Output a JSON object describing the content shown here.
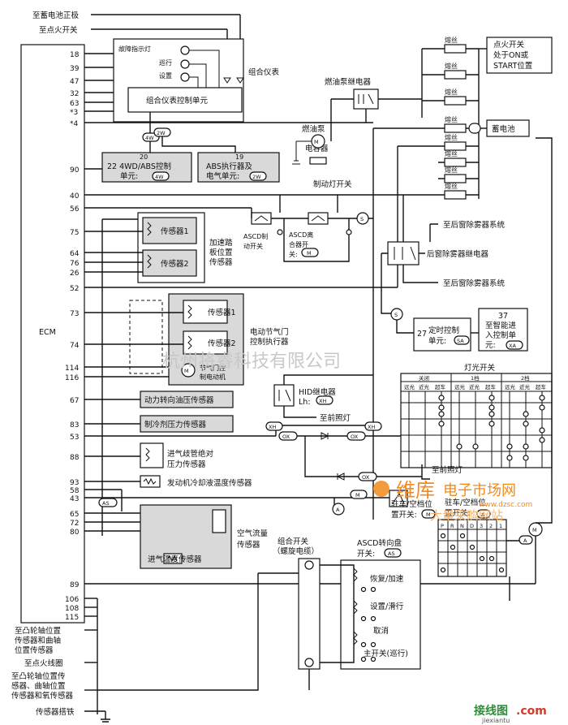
{
  "ecm": {
    "label": "ECM",
    "top_labels": [
      "至蓄电池正极",
      "至点火开关"
    ],
    "pins": [
      "18",
      "39",
      "47",
      "32",
      "63",
      "*3",
      "*4",
      "90",
      "40",
      "56",
      "75",
      "64",
      "76",
      "26",
      "52",
      "73",
      "74",
      "114",
      "116",
      "67",
      "83",
      "53",
      "88",
      "93",
      "58",
      "43",
      "65",
      "72",
      "80",
      "89",
      "106",
      "108",
      "115"
    ],
    "bottom_labels": [
      "至凸轮轴位置",
      "传感器和曲轴",
      "位置传感器",
      "至点火线圈",
      "至凸轮轴位置传",
      "感器、曲轴位置",
      "传感器和氧传感器",
      "传感器搭铁"
    ]
  },
  "cluster": {
    "indicators": [
      "故障指示灯",
      "巡行",
      "设置"
    ],
    "unit_label": "组合仪表控制单元",
    "title": "组合仪表"
  },
  "connectors": {
    "w4": "4W",
    "w2": "2W",
    "xh": "XH",
    "ox": "OX",
    "m": "M",
    "as": "AS",
    "a": "A",
    "s": "S",
    "sa": "SA",
    "xa": "XA"
  },
  "modules": {
    "awd_num": "20",
    "awd_lines": [
      "22 4WD/ABS控制",
      "单元:"
    ],
    "abs_num": "19",
    "abs_lines": [
      "ABS执行器及",
      "电气单元:"
    ]
  },
  "fuses": {
    "label": "熔丝",
    "ign_switch": [
      "点火开关",
      "处于ON或",
      "START位置"
    ],
    "battery": "蓄电池"
  },
  "fuel": {
    "relay": "燃油泵继电器",
    "pump": [
      "燃油泵",
      "电容器"
    ]
  },
  "brake": {
    "switch": "制动灯开关",
    "ascd_switch": [
      "ASCD制",
      "动开关"
    ],
    "ascd_clutch": [
      "ASCD离",
      "合器开",
      "关:"
    ]
  },
  "pedal": {
    "s1": "传感器1",
    "s2": "传感器2",
    "title": [
      "加速踏",
      "板位置",
      "传感器"
    ]
  },
  "throttle": {
    "s1": "传感器1",
    "s2": "传感器2",
    "motor": [
      "节气门控",
      "制电动机"
    ],
    "title": [
      "电动节气门",
      "控制执行器"
    ]
  },
  "defog": {
    "sys1": "至后窗除雾器系统",
    "relay": "后窗除雾器继电器",
    "sys2": "至后窗除雾器系统",
    "timer_num": "27",
    "timer": [
      "定时控制",
      "单元:"
    ],
    "smart_num": "37",
    "smart": [
      "至智能进",
      "入控制单",
      "元:"
    ]
  },
  "hid": {
    "relay": [
      "HID继电器",
      "Lh:"
    ],
    "headlamp": "至前照灯"
  },
  "light_switch": {
    "title": "灯光开关",
    "states": [
      "关闭",
      "1档",
      "2档"
    ],
    "cols": [
      "远光",
      "近光",
      "超车"
    ],
    "headlamp2": "至前照灯",
    "parking": [
      "驻车/空档位",
      "置开关:"
    ],
    "shift": [
      "驻车/空档位",
      "置开关:"
    ]
  },
  "sensors": {
    "ps": "动力转向油压传感器",
    "refrig": "制冷剂压力传感器",
    "map": [
      "进气歧管绝对",
      "压力传感器"
    ],
    "ect": "发动机冷却液温度传感器",
    "maf": [
      "空气流量",
      "传感器"
    ],
    "iat": "进气温度传感器"
  },
  "combo": {
    "title": [
      "组合开关",
      "（螺旋电缆）"
    ],
    "ascd_title": [
      "ASCD转向盘",
      "开关:"
    ],
    "items": [
      "恢复/加速",
      "设置/滑行",
      "取消",
      "主开关(巡行)"
    ]
  },
  "shift_grid": {
    "cols": [
      "P",
      "R",
      "N",
      "D",
      "3",
      "2",
      "1"
    ]
  },
  "watermark": {
    "company": "杭州将睿科技有限公司",
    "site1_brand": "维库",
    "site1_name": "电子市场网",
    "site1_url": "www.dzsc.com",
    "site1_slogan": "大量采购网站",
    "site2_name": "接线图",
    "site2_suffix": ".com",
    "site2_url": "jiexiantu"
  }
}
